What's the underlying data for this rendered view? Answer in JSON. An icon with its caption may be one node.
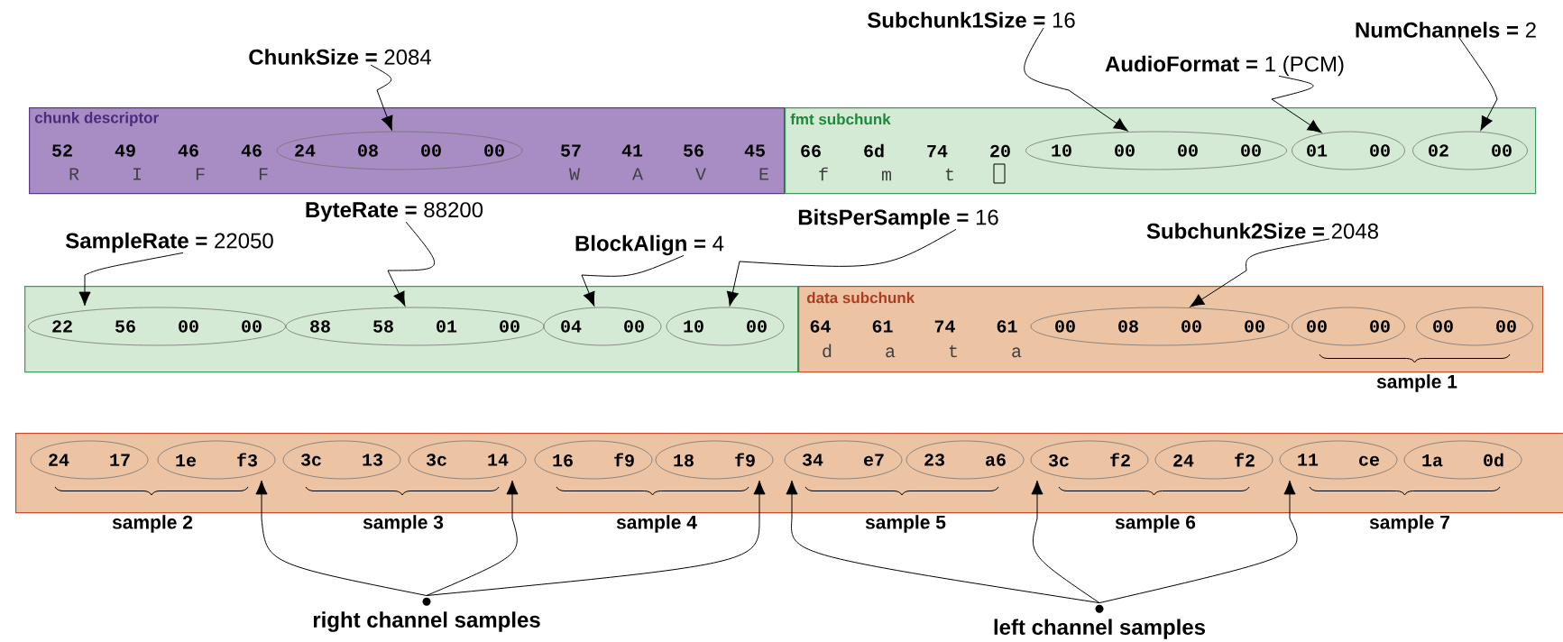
{
  "diagram": {
    "nodes": [
      {
        "text": [
          "**Subchunk1Size =** 16"
        ]
      },
      {
        "text": [
          "**NumChannels =** 2"
        ]
      },
      {
        "text": [
          "**ChunkSize =** 2084"
        ]
      },
      {
        "text": [
          "**AudioFormat =** 1 (PCM)"
        ]
      },
      {
        "text": [
          "chunk descriptor",
          "52 49 46 46",
          "R I F F",
          "57 41 56 45",
          "W A V E"
        ]
      },
      {
        "text": [
          "24 08 00 00"
        ],
        "in": 4
      },
      {
        "text": [
          "fmt subchunk",
          "66 6d 74 20",
          "f m t"
        ]
      },
      {
        "text": [
          "10 00 00 00"
        ],
        "in": 6
      },
      {
        "text": [
          "01 00"
        ],
        "in": 6
      },
      {
        "text": [
          "02 00"
        ],
        "in": 6
      },
      {
        "text": [
          "**ByteRate =** 88200"
        ]
      },
      {
        "text": [
          "**BitsPerSample =** 16"
        ]
      },
      {
        "text": [
          "**SampleRate =** 22050"
        ]
      },
      {
        "text": [
          "**BlockAlign =** 4"
        ]
      },
      {
        "text": [
          "**Subchunk2Size =** 2048"
        ]
      },
      {
        "text": [],
        "shape": "box"
      },
      {
        "text": [
          "22 56 00 00"
        ],
        "in": 15
      },
      {
        "text": [
          "88 58 01 00"
        ],
        "in": 15
      },
      {
        "text": [
          "04 00"
        ],
        "in": 15
      },
      {
        "text": [
          "10 00"
        ],
        "in": 15
      },
      {
        "text": [
          "data subchunk",
          "64 61 74 61",
          "d a t a"
        ]
      },
      {
        "text": [
          "00 08 00 00"
        ],
        "in": 20
      },
      {
        "text": [
          "00 00"
        ],
        "in": 20
      },
      {
        "text": [
          "00 00"
        ],
        "in": 20
      },
      {
        "text": [],
        "shape": "box"
      },
      {
        "text": [
          "24 17"
        ],
        "in": 24
      },
      {
        "text": [
          "1e f3"
        ],
        "in": 24
      },
      {
        "text": [
          "3c 13"
        ],
        "in": 24
      },
      {
        "text": [
          "3c 14"
        ],
        "in": 24
      },
      {
        "text": [
          "16 f9"
        ],
        "in": 24
      },
      {
        "text": [
          "18 f9"
        ],
        "in": 24
      },
      {
        "text": [
          "34 e7"
        ],
        "in": 24
      },
      {
        "text": [
          "23 a6"
        ],
        "in": 24
      },
      {
        "text": [
          "3c f2"
        ],
        "in": 24
      },
      {
        "text": [
          "24 f2"
        ],
        "in": 24
      },
      {
        "text": [
          "11 ce"
        ],
        "in": 24
      },
      {
        "text": [
          "1a 0d"
        ],
        "in": 24
      },
      {
        "text": [
          "right channel samples"
        ]
      },
      {
        "text": [
          "left channel samples"
        ]
      }
    ],
    "edges": [
      {
        "from": 2,
        "to": 5,
        "arrow": "to"
      },
      {
        "from": 0,
        "to": 7,
        "arrow": "to"
      },
      {
        "from": 3,
        "to": 8,
        "arrow": "to"
      },
      {
        "from": 1,
        "to": 9,
        "arrow": "to"
      },
      {
        "from": 12,
        "to": 16,
        "arrow": "to"
      },
      {
        "from": 10,
        "to": 17,
        "arrow": "to"
      },
      {
        "from": 13,
        "to": 18,
        "arrow": "to"
      },
      {
        "from": 11,
        "to": 19,
        "arrow": "to"
      },
      {
        "from": 14,
        "to": 21,
        "arrow": "to"
      },
      {
        "from": 37,
        "to": 26,
        "arrow": "to"
      },
      {
        "from": 37,
        "to": 28,
        "arrow": "to"
      },
      {
        "from": 37,
        "to": 30,
        "arrow": "to"
      },
      {
        "from": 38,
        "to": 31,
        "arrow": "to"
      },
      {
        "from": 38,
        "to": 33,
        "arrow": "to"
      },
      {
        "from": 38,
        "to": 35,
        "arrow": "to"
      }
    ],
    "labels": [
      "sample 1",
      "sample 2",
      "sample 3",
      "sample 4",
      "sample 5",
      "sample 6",
      "sample 7"
    ]
  }
}
